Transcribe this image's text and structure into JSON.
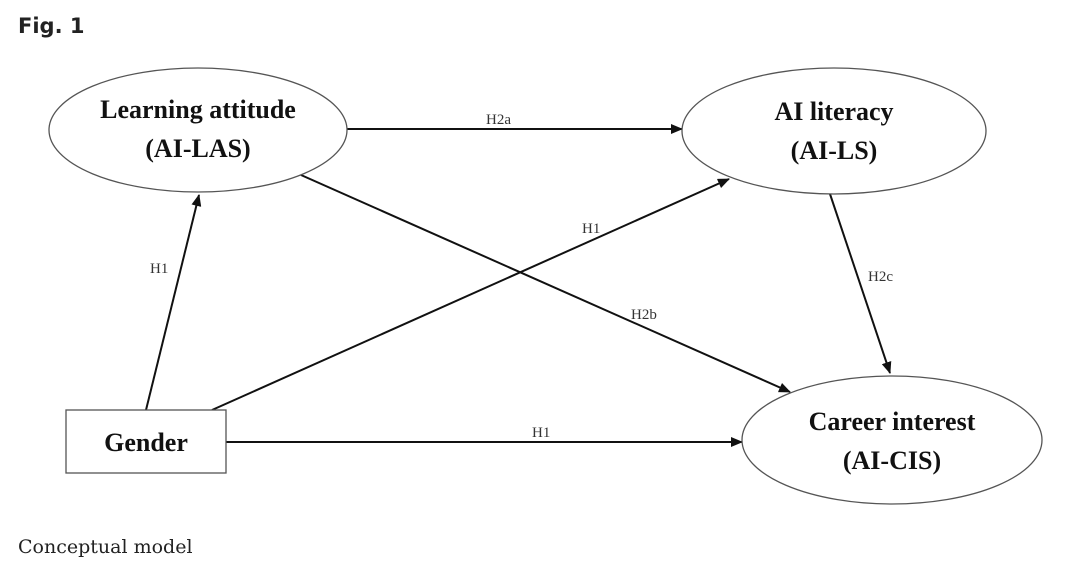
{
  "figure": {
    "label": "Fig. 1",
    "caption": "Conceptual model"
  },
  "nodes": {
    "learning_attitude": {
      "line1": "Learning attitude",
      "line2": "(AI-LAS)"
    },
    "ai_literacy": {
      "line1": "AI literacy",
      "line2": "(AI-LS)"
    },
    "career_interest": {
      "line1": "Career interest",
      "line2": "(AI-CIS)"
    },
    "gender": {
      "line1": "Gender"
    }
  },
  "edges": {
    "las_to_ls": "H2a",
    "gender_to_ls": "H1",
    "gender_to_las": "H1",
    "ls_to_cis": "H2c",
    "las_to_cis": "H2b",
    "gender_to_cis": "H1"
  }
}
